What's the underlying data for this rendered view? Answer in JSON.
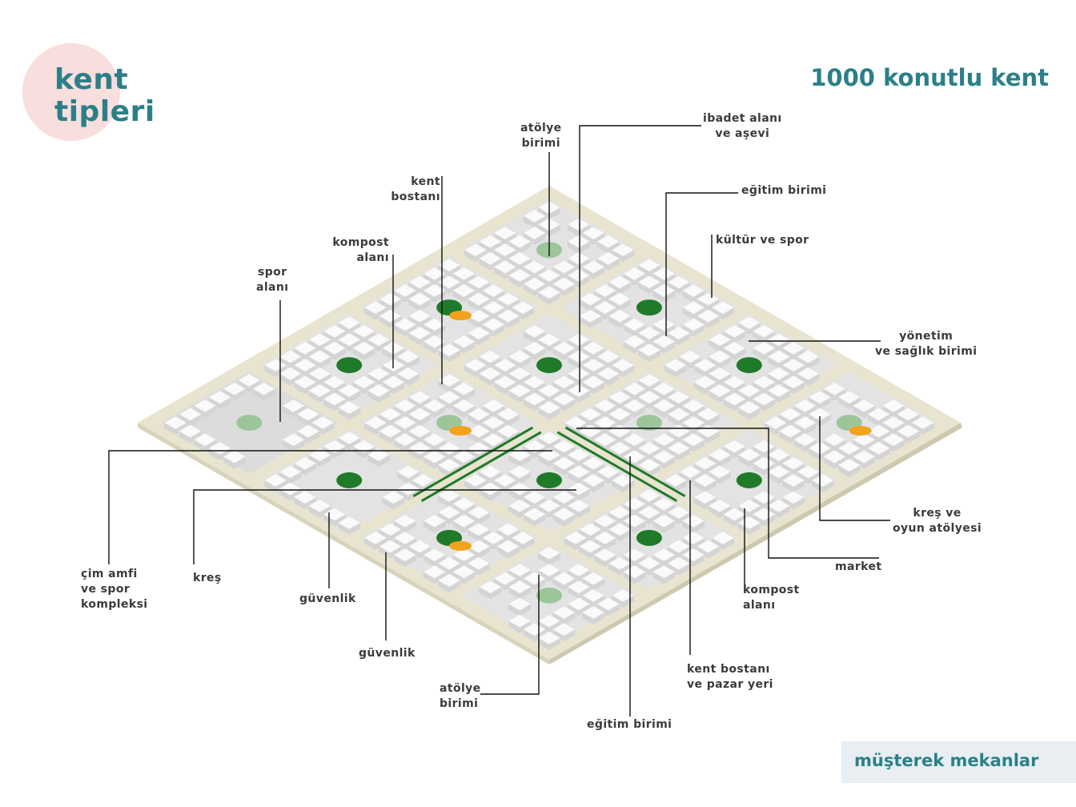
{
  "header": {
    "title_line1": "kent",
    "title_line2": "tipleri",
    "subtitle": "1000 konutlu kent"
  },
  "footer": {
    "label": "müşterek mekanlar"
  },
  "colors": {
    "accent": "#2b8088",
    "road": "#e8e4cf",
    "block": "#e3e3e3",
    "green": "#1f7a2a",
    "orange": "#f2a21b",
    "circle": "#f8dedd"
  },
  "labels": {
    "atolye_top": "atölye\nbirimi",
    "ibadet": "ibadet alanı\nve aşevi",
    "kent_bostani": "kent\nbostanı",
    "egitim_top": "eğitim birimi",
    "kompost_top": "kompost\nalanı",
    "kultur": "kültür ve spor",
    "spor": "spor\nalanı",
    "yonetim": "yönetim\nve sağlık birimi",
    "kres_oyun": "kreş ve\noyun atölyesi",
    "market": "market",
    "kompost_bottom": "kompost\nalanı",
    "bostan_pazar": "kent bostanı\nve pazar yeri",
    "egitim_bottom": "eğitim birimi",
    "atolye_bottom": "atölye\nbirimi",
    "guvenlik_1": "güvenlik",
    "guvenlik_2": "güvenlik",
    "kres": "kreş",
    "cim_amfi": "çim amfi\nve spor\nkompleksi"
  }
}
